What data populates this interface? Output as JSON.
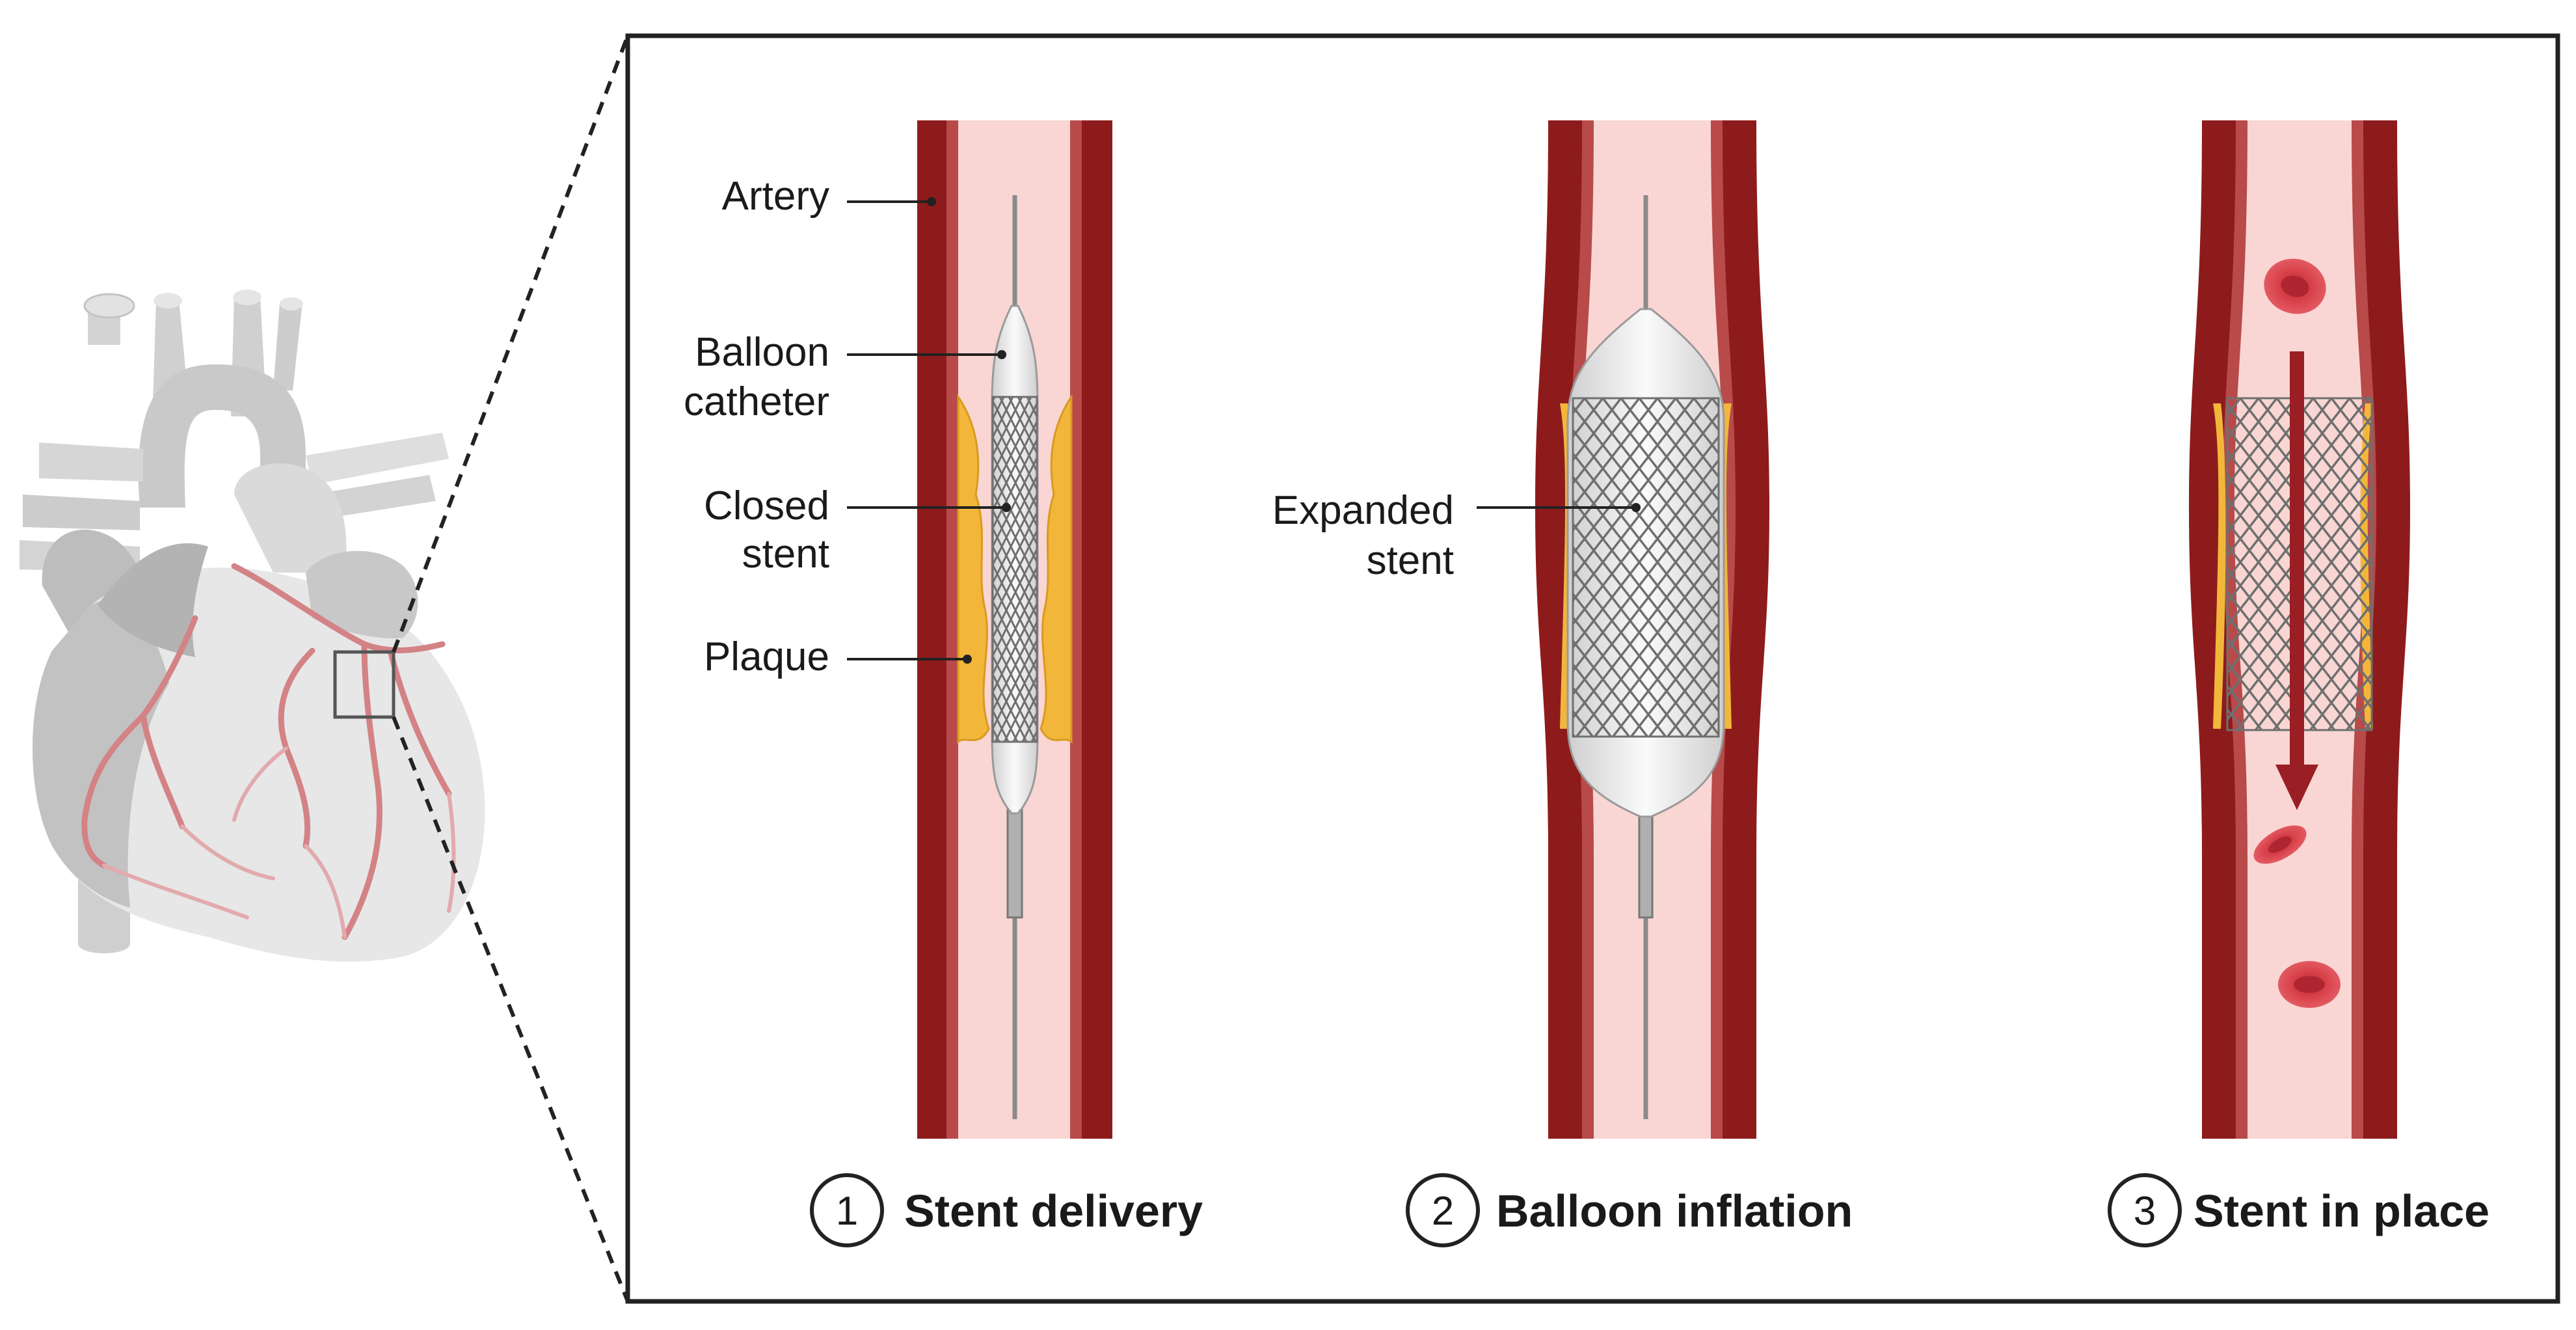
{
  "colors": {
    "artery_wall_dark": "#8e1b1b",
    "artery_wall_mid": "#b84a4a",
    "lumen": "#f9d6d3",
    "plaque": "#f2b73a",
    "stent": "#7a7a7a",
    "balloon": "#eeeeee",
    "blood_cell": "#d8414a",
    "heart_gray": "#cfcfcf",
    "coronary": "#d7868a",
    "frame": "#222222"
  },
  "labels": {
    "artery": "Artery",
    "balloon_line1": "Balloon",
    "balloon_line2": "catheter",
    "closed_line1": "Closed",
    "closed_line2": "stent",
    "plaque": "Plaque",
    "expanded_line1": "Expanded",
    "expanded_line2": "stent"
  },
  "steps": [
    {
      "number": "1",
      "title": "Stent delivery"
    },
    {
      "number": "2",
      "title": "Balloon inflation"
    },
    {
      "number": "3",
      "title": "Stent in place"
    }
  ],
  "icons": {
    "heart": "heart-illustration",
    "arrow": "blood-flow-arrow-icon",
    "cell": "red-blood-cell-icon"
  }
}
